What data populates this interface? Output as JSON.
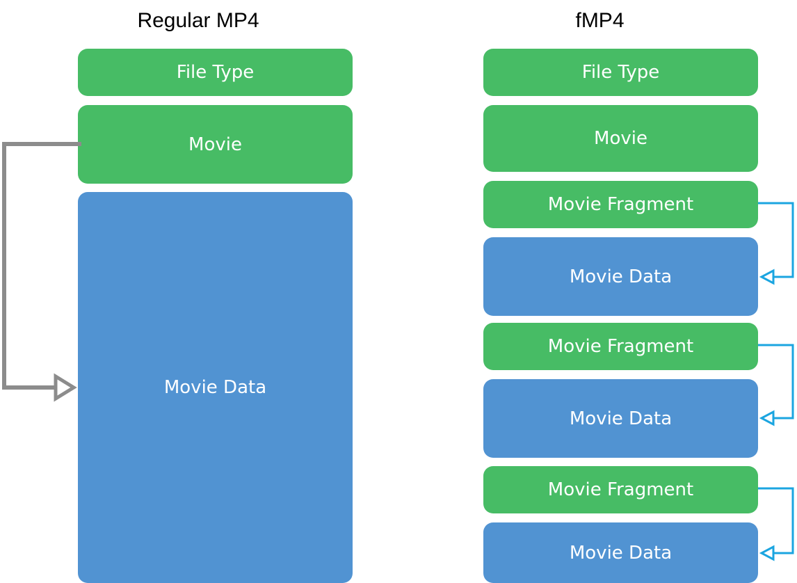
{
  "colors": {
    "green": "#47BC65",
    "blue": "#5193D2",
    "gray_arrow": "#8C8C8C",
    "cyan_arrow": "#1BA5E0",
    "text": "#FFFFFF",
    "title": "#000000"
  },
  "regular": {
    "title": "Regular MP4",
    "file_type": "File Type",
    "movie": "Movie",
    "movie_data": "Movie Data"
  },
  "fmp4": {
    "title": "fMP4",
    "file_type": "File Type",
    "movie": "Movie",
    "fragments": [
      {
        "fragment": "Movie Fragment",
        "data": "Movie Data"
      },
      {
        "fragment": "Movie Fragment",
        "data": "Movie Data"
      },
      {
        "fragment": "Movie Fragment",
        "data": "Movie Data"
      }
    ]
  }
}
